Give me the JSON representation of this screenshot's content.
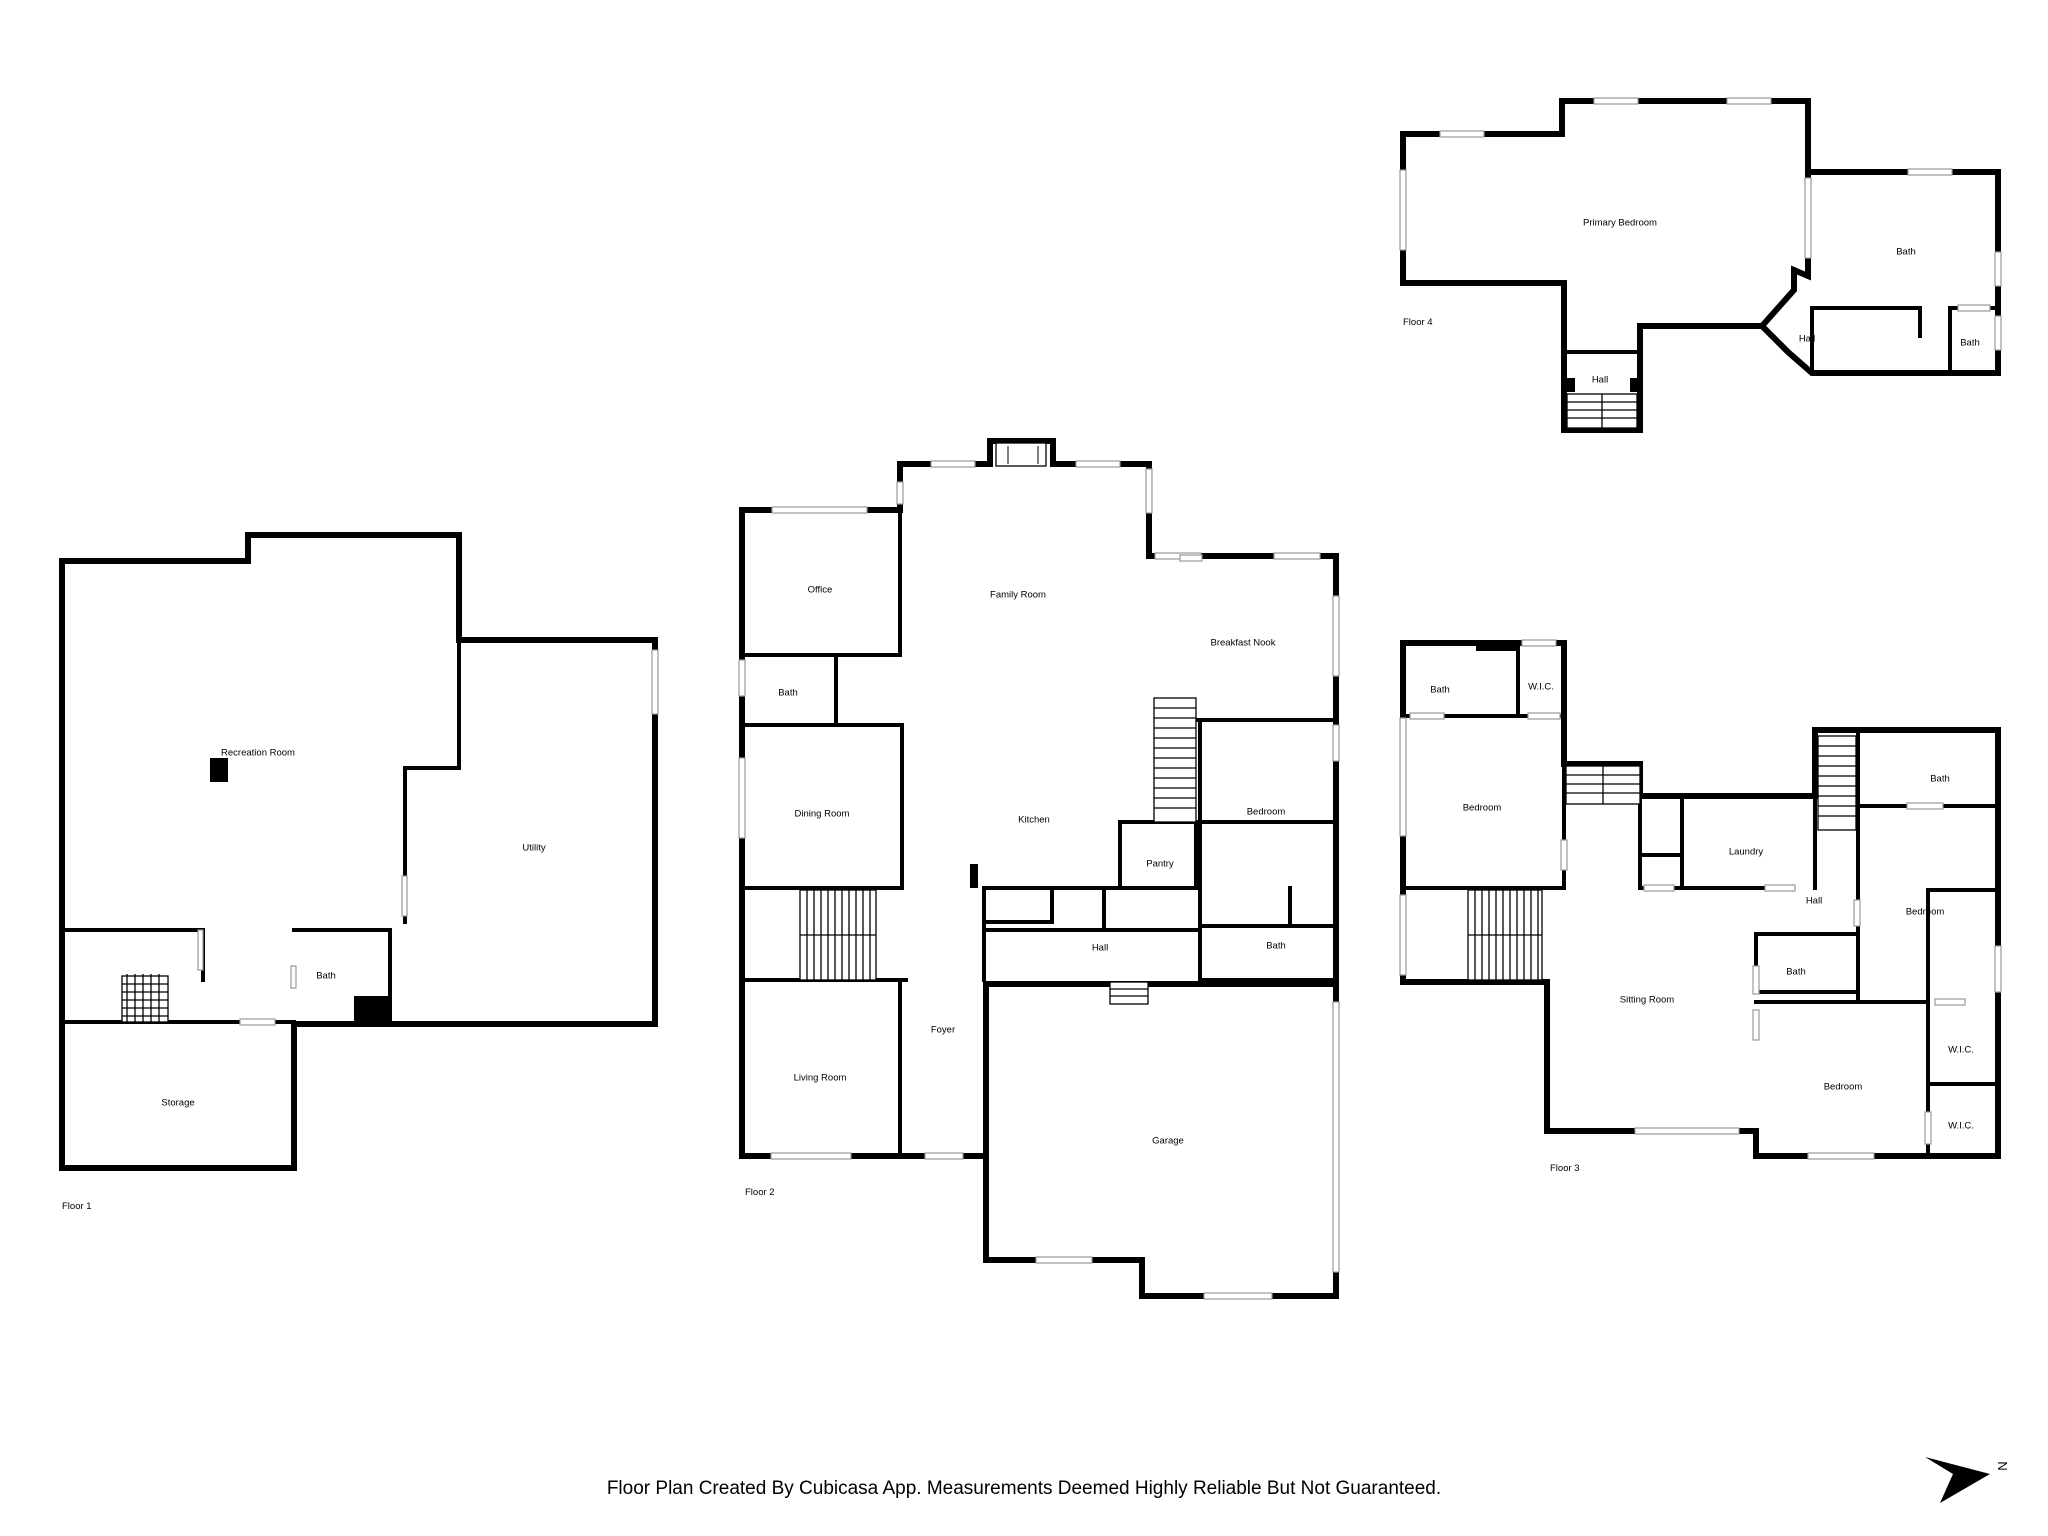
{
  "floors": [
    {
      "name": "Floor 1",
      "rooms": [
        "Recreation Room",
        "Utility",
        "Bath",
        "Storage"
      ]
    },
    {
      "name": "Floor 2",
      "rooms": [
        "Office",
        "Family Room",
        "Breakfast Nook",
        "Bath",
        "Dining Room",
        "Kitchen",
        "Pantry",
        "Bedroom",
        "Hall",
        "Bath",
        "Living Room",
        "Foyer",
        "Garage"
      ]
    },
    {
      "name": "Floor 3",
      "rooms": [
        "Bath",
        "W.I.C.",
        "Bedroom",
        "Laundry",
        "Bath",
        "Hall",
        "Bedroom",
        "Bath",
        "Sitting Room",
        "W.I.C.",
        "Bedroom",
        "W.I.C."
      ]
    },
    {
      "name": "Floor 4",
      "rooms": [
        "Primary Bedroom",
        "Bath",
        "Hall",
        "Bath",
        "Hall"
      ]
    }
  ],
  "footer": "Floor Plan Created By Cubicasa App. Measurements Deemed Highly Reliable But Not Guaranteed.",
  "compass": {
    "letter": "N",
    "icon": "north-arrow-icon"
  }
}
